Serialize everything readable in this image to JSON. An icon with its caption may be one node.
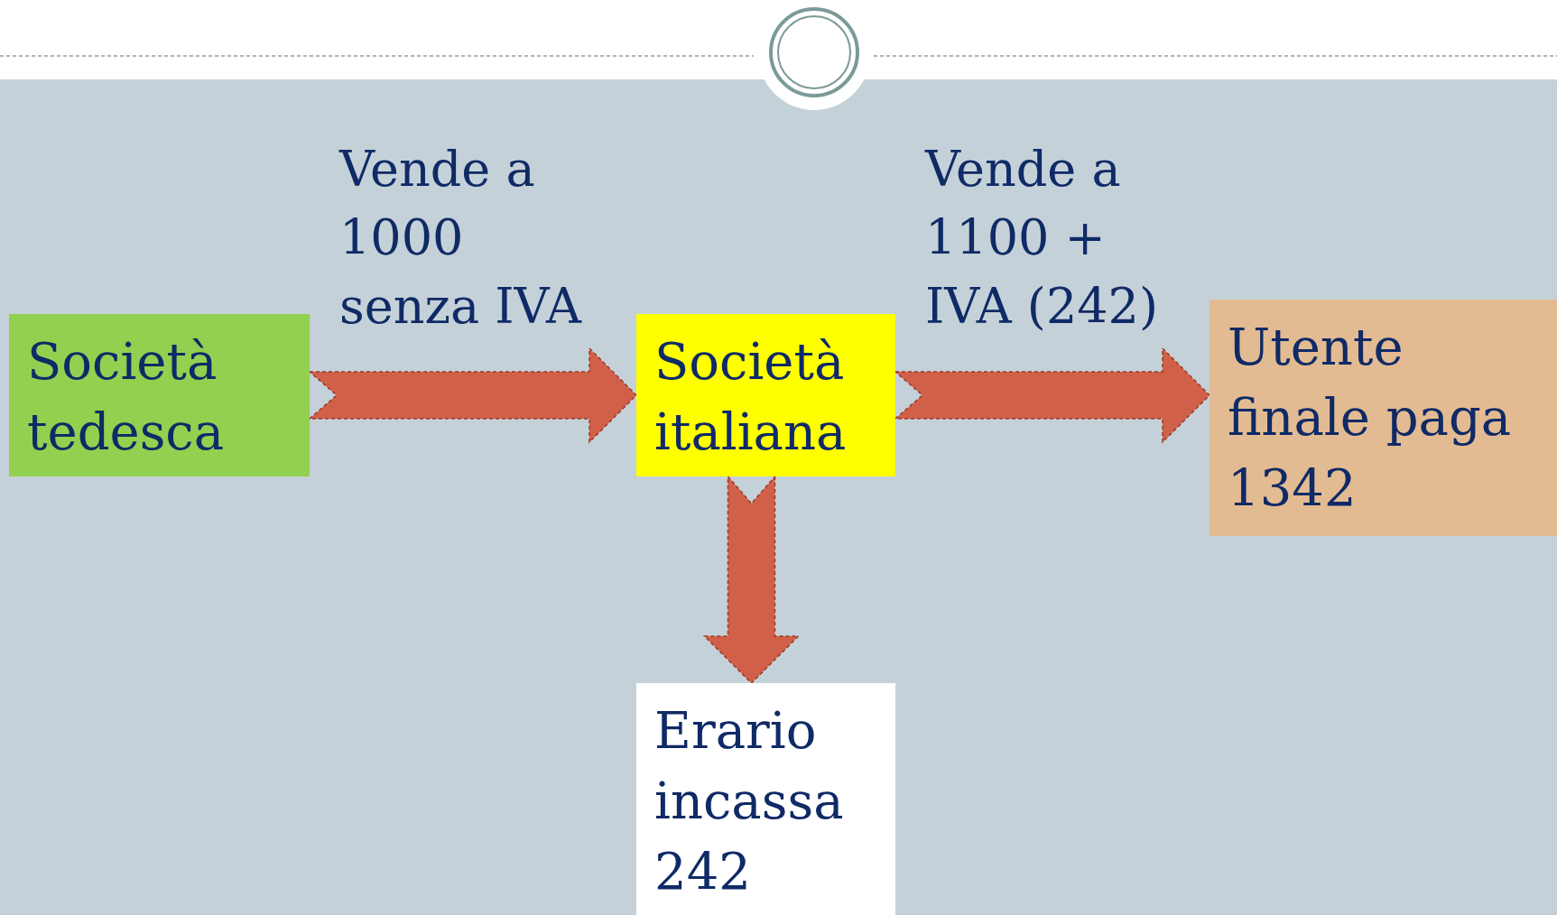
{
  "diagram": {
    "nodes": [
      {
        "text": [
          "Società tedesca"
        ]
      },
      {
        "text": [
          "Società italiana"
        ]
      },
      {
        "text": [
          "Utente finale paga 1342"
        ]
      },
      {
        "text": [
          "Erario incassa 242"
        ]
      }
    ],
    "edges": [
      {
        "from": 0,
        "to": 1,
        "arrow": "to",
        "label": "Vende a 1000 senza IVA"
      },
      {
        "from": 1,
        "to": 2,
        "arrow": "to",
        "label": "Vende a 1100 + IVA (242)"
      },
      {
        "from": 1,
        "to": 3,
        "arrow": "to"
      }
    ]
  }
}
